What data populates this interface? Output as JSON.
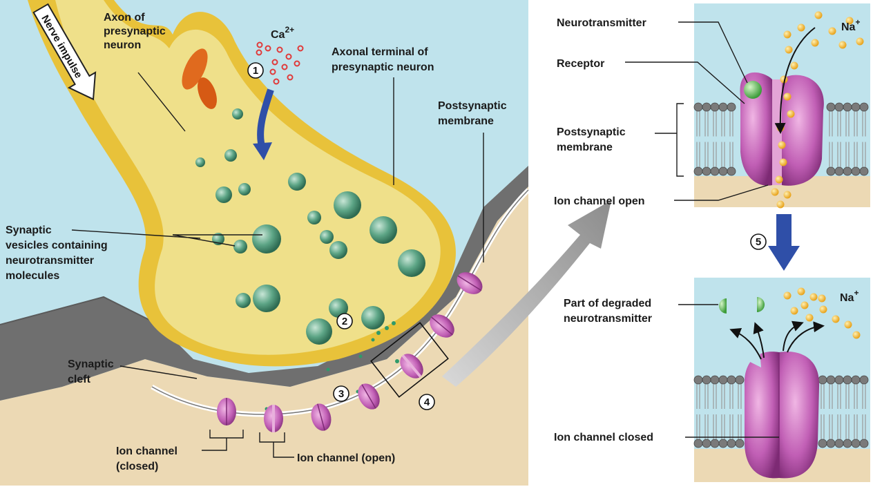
{
  "labels": {
    "nerve_impulse": "Nerve impulse",
    "calcium_base": "Ca",
    "calcium_sup": "2+",
    "axon": [
      "Axon of",
      "presynaptic",
      "neuron"
    ],
    "axonal_terminal": [
      "Axonal terminal of",
      "presynaptic neuron"
    ],
    "postsynaptic_membrane_left": [
      "Postsynaptic",
      "membrane"
    ],
    "synaptic_vesicles": [
      "Synaptic",
      "vesicles containing",
      "neurotransmitter",
      "molecules"
    ],
    "synaptic_cleft": [
      "Synaptic",
      "cleft"
    ],
    "ion_channel_closed_left": [
      "Ion channel",
      "(closed)"
    ],
    "ion_channel_open_left": "Ion channel (open)",
    "neurotransmitter": "Neurotransmitter",
    "receptor": "Receptor",
    "postsynaptic_membrane_right": [
      "Postsynaptic",
      "membrane"
    ],
    "ion_channel_open_right": "Ion channel open",
    "sodium_base": "Na",
    "sodium_sup": "+",
    "part_degraded": [
      "Part of degraded",
      "neurotransmitter"
    ],
    "ion_channel_closed_right": "Ion channel closed"
  },
  "steps": [
    "1",
    "2",
    "3",
    "4",
    "5"
  ],
  "colors": {
    "extracellular": "#bfe3ec",
    "axon_fill": "#efe08a",
    "axon_edge": "#e8c23a",
    "cleft": "#6f6f6f",
    "postsynaptic_tissue": "#ecd9b4",
    "vesicle": "#4f9a7c",
    "ion_channel": "#c15fb5",
    "calcium": "#e03a3a",
    "sodium": "#f0b428",
    "arrow_blue": "#2f4fa8"
  }
}
